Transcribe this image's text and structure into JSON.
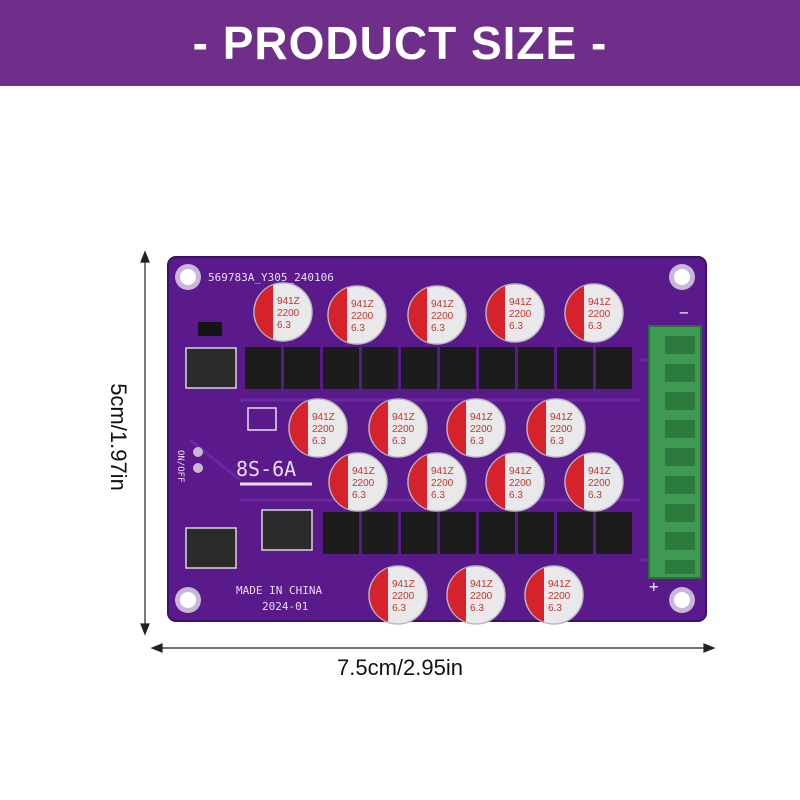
{
  "banner": {
    "title": "- PRODUCT SIZE -",
    "color": "#6e2e8a"
  },
  "dimensions": {
    "height_label": "5cm/1.97in",
    "width_label": "7.5cm/2.95in"
  },
  "board": {
    "color": "#5a1a8c",
    "part_code": "569783A_Y305_240106",
    "model": "8S-6A",
    "origin": "MADE IN CHINA",
    "date": "2024-01",
    "switch_label": "ON/OFF",
    "terminal_minus": "−",
    "terminal_plus": "+",
    "capacitor": {
      "line1": "941Z",
      "line2": "2200",
      "line3": "6.3",
      "sleeve_color": "#d6232b"
    }
  }
}
